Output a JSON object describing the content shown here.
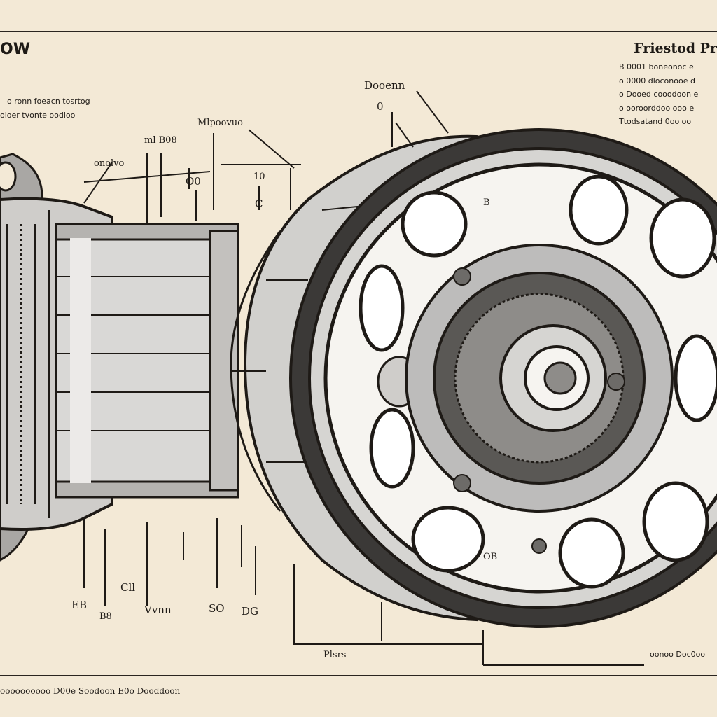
{
  "header": {
    "title_left": "OW",
    "title_right": "Friestod Pr",
    "notes_left": [
      "o ronn foeacn tosrtog",
      "oloer tvonte oodloo"
    ],
    "spec_right": [
      "B 0001 boneonoc e",
      "o 0000 dloconooe d",
      "o Dooed cooodoon e",
      "o ooroorddoo ooo e",
      "Ttodsatand 0oo oo"
    ]
  },
  "callouts_top": {
    "c1": "onolvo",
    "c2": "ml B08",
    "c3": "Mlpoovuo",
    "c4": "O0",
    "c5": "10",
    "c6": "Dooenn",
    "c7": "0",
    "c8": "C",
    "c9": "B",
    "c10": "OB"
  },
  "callouts_bottom": {
    "b1": "EB",
    "b2": "B8",
    "b3": "Cll",
    "b4": "Vvnn",
    "b5": "SO",
    "b6": "DG",
    "b7": "Plsrs",
    "b8": "oonoo Doc0oo"
  },
  "footer": {
    "text": "oooooooooo D00e Soodoon E0o Dooddoon"
  },
  "colors": {
    "paper": "#f3e9d6",
    "ink": "#1e1a16",
    "metal": "#bdbcbb",
    "tire": "#3b3937"
  }
}
